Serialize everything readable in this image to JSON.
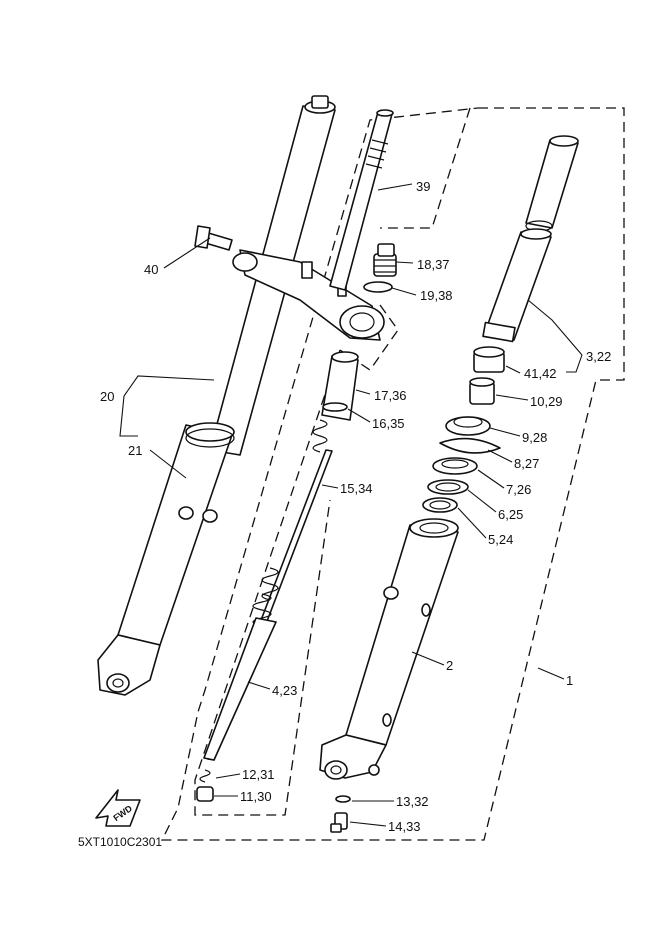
{
  "diagram_code": "5XT1010C2301",
  "direction_arrow": {
    "text": "FWD",
    "icon": "fwd-arrow-icon"
  },
  "callouts": {
    "p1": "1",
    "p2": "2",
    "p3_22": "3,22",
    "p4_23": "4,23",
    "p5_24": "5,24",
    "p6_25": "6,25",
    "p7_26": "7,26",
    "p8_27": "8,27",
    "p9_28": "9,28",
    "p10_29": "10,29",
    "p11_30": "11,30",
    "p12_31": "12,31",
    "p13_32": "13,32",
    "p14_33": "14,33",
    "p15_34": "15,34",
    "p16_35": "16,35",
    "p17_36": "17,36",
    "p18_37": "18,37",
    "p19_38": "19,38",
    "p20": "20",
    "p21": "21",
    "p39": "39",
    "p40": "40",
    "p41_42": "41,42"
  }
}
